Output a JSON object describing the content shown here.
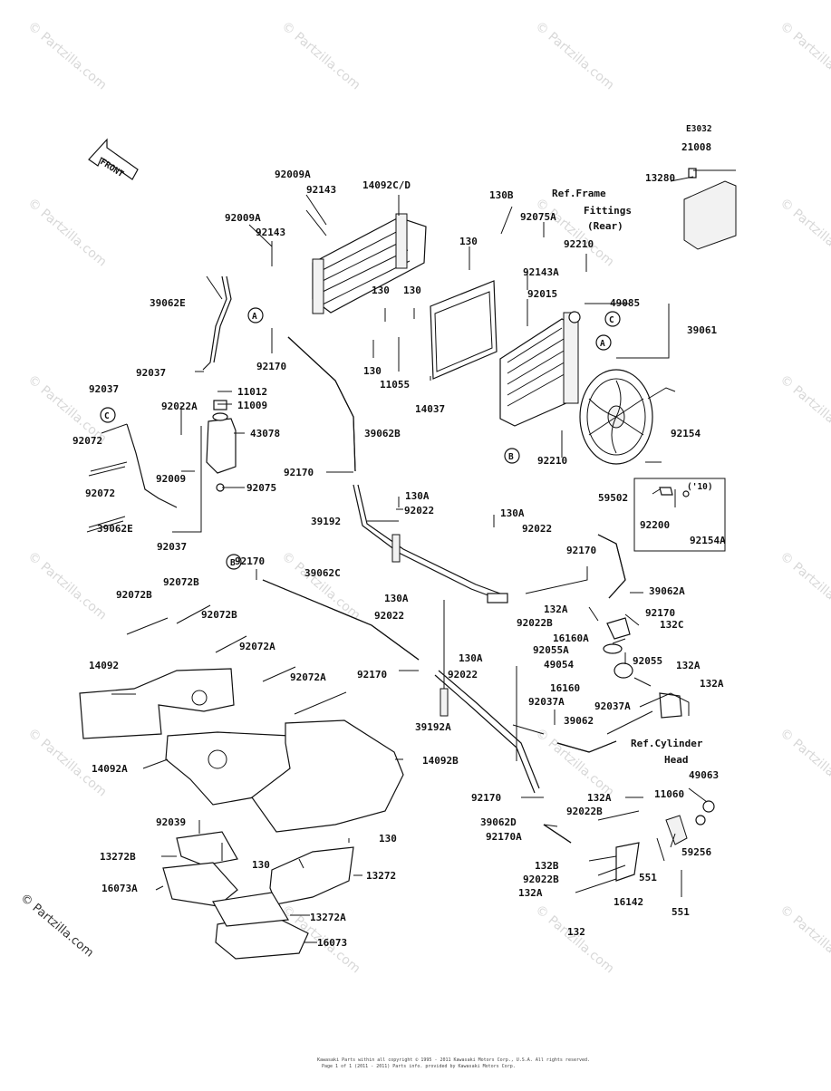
{
  "diagram_code": "E3032",
  "front_label": "FRONT",
  "ref_notes": {
    "frame_fittings_l1": "Ref.Frame",
    "frame_fittings_l2": "Fittings",
    "frame_fittings_l3": "(Rear)",
    "cylinder_head_l1": "Ref.Cylinder",
    "cylinder_head_l2": "Head"
  },
  "year_box": "('10)",
  "circle_refs": [
    "A",
    "B",
    "C"
  ],
  "watermark": "© Partzilla.com",
  "footer_line1": "Kawasaki Parts within all copyright © 1995 - 2011 Kawasaki Motors Corp., U.S.A. All rights reserved.",
  "footer_line2": "Page 1 of 1 (2011 - 2011) Parts info. provided by Kawasaki Motors Corp.",
  "labels": {
    "p21008": "21008",
    "p13280": "13280",
    "p92009A_1": "92009A",
    "p92143_1": "92143",
    "p14092CD": "14092C/D",
    "p92009A_2": "92009A",
    "p92143_2": "92143",
    "p130B": "130B",
    "p92075A": "92075A",
    "p130_a": "130",
    "p92210_a": "92210",
    "p92143A": "92143A",
    "p92015": "92015",
    "p49085": "49085",
    "p39061": "39061",
    "p130_b": "130",
    "p130_c": "130",
    "p130_d": "130",
    "p11055": "11055",
    "p14037": "14037",
    "p39062E_1": "39062E",
    "p92170_1": "92170",
    "p92037_1": "92037",
    "p11012": "11012",
    "p11009": "11009",
    "p92022A": "92022A",
    "p43078": "43078",
    "p92037_2": "92037",
    "p92072_1": "92072",
    "p92009": "92009",
    "p92075": "92075",
    "p92072_2": "92072",
    "p39062E_2": "39062E",
    "p92037_3": "92037",
    "p39062B": "39062B",
    "p92170_2": "92170",
    "p92154": "92154",
    "p92210_b": "92210",
    "p59502": "59502",
    "p130A_1": "130A",
    "p92022_1": "92022",
    "p39192": "39192",
    "p130A_2": "130A",
    "p92022_2": "92022",
    "p92200": "92200",
    "p92154A": "92154A",
    "p92170_3": "92170",
    "p39062C": "39062C",
    "p92170_4": "92170",
    "p39062A": "39062A",
    "p92072B_1": "92072B",
    "p92072B_2": "92072B",
    "p92072B_3": "92072B",
    "p130A_3": "130A",
    "p92022_3": "92022",
    "p132A_1": "132A",
    "p92170_5": "92170",
    "p92022B_1": "92022B",
    "p132C": "132C",
    "p92072A_1": "92072A",
    "p16160A": "16160A",
    "p92055A": "92055A",
    "p130A_4": "130A",
    "p14092": "14092",
    "p92170_6": "92170",
    "p92022_4": "92022",
    "p92072A_2": "92072A",
    "p49054": "49054",
    "p92055": "92055",
    "p132A_2": "132A",
    "p16160": "16160",
    "p132A_3": "132A",
    "p92037A_1": "92037A",
    "p92037A_2": "92037A",
    "p39192A": "39192A",
    "p39062": "39062",
    "p14092A": "14092A",
    "p14092B": "14092B",
    "p49063": "49063",
    "p92170_7": "92170",
    "p132A_4": "132A",
    "p11060": "11060",
    "p92039": "92039",
    "p130_e": "130",
    "p39062D": "39062D",
    "p92022B_2": "92022B",
    "p92170A": "92170A",
    "p59256": "59256",
    "p13272B": "13272B",
    "p130_f": "130",
    "p13272": "13272",
    "p132B": "132B",
    "p551_1": "551",
    "p16073A": "16073A",
    "p92022B_3": "92022B",
    "p132A_5": "132A",
    "p16142": "16142",
    "p13272A": "13272A",
    "p551_2": "551",
    "p16073": "16073",
    "p132": "132"
  }
}
